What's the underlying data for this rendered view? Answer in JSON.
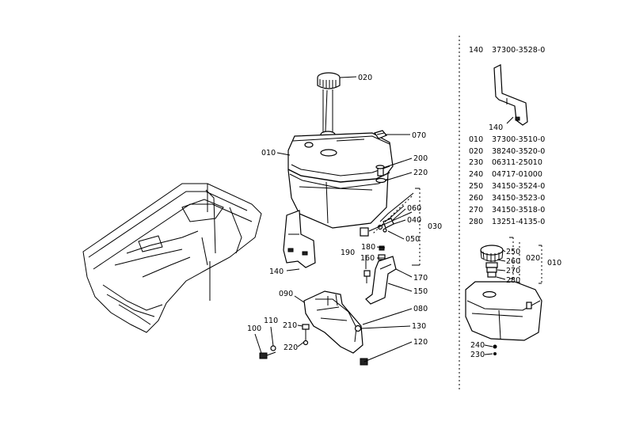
{
  "callouts": {
    "c020": "020",
    "c070": "070",
    "c010": "010",
    "c200": "200",
    "c220a": "220",
    "c060": "060",
    "c040": "040",
    "c050": "050",
    "c030": "030",
    "c180": "180",
    "c160": "160",
    "c190": "190",
    "c170": "170",
    "c150": "150",
    "c140": "140",
    "c090": "090",
    "c080": "080",
    "c210": "210",
    "c110": "110",
    "c100": "100",
    "c130": "130",
    "c220b": "220",
    "c120": "120"
  },
  "inset": {
    "bracket_label": "140",
    "tank_labels": {
      "c250": "250",
      "c260": "260",
      "c270": "270",
      "c280": "280",
      "c020": "020",
      "c010": "010",
      "c240": "240",
      "c230": "230"
    }
  },
  "parts": {
    "top": {
      "ref": "140",
      "part_no": "37300-3528-0"
    },
    "rows": [
      {
        "ref": "010",
        "part_no": "37300-3510-0"
      },
      {
        "ref": "020",
        "part_no": "38240-3520-0"
      },
      {
        "ref": "230",
        "part_no": "06311-25010"
      },
      {
        "ref": "240",
        "part_no": "04717-01000"
      },
      {
        "ref": "250",
        "part_no": "34150-3524-0"
      },
      {
        "ref": "260",
        "part_no": "34150-3523-0"
      },
      {
        "ref": "270",
        "part_no": "34150-3518-0"
      },
      {
        "ref": "280",
        "part_no": "13251-4135-0"
      }
    ]
  }
}
